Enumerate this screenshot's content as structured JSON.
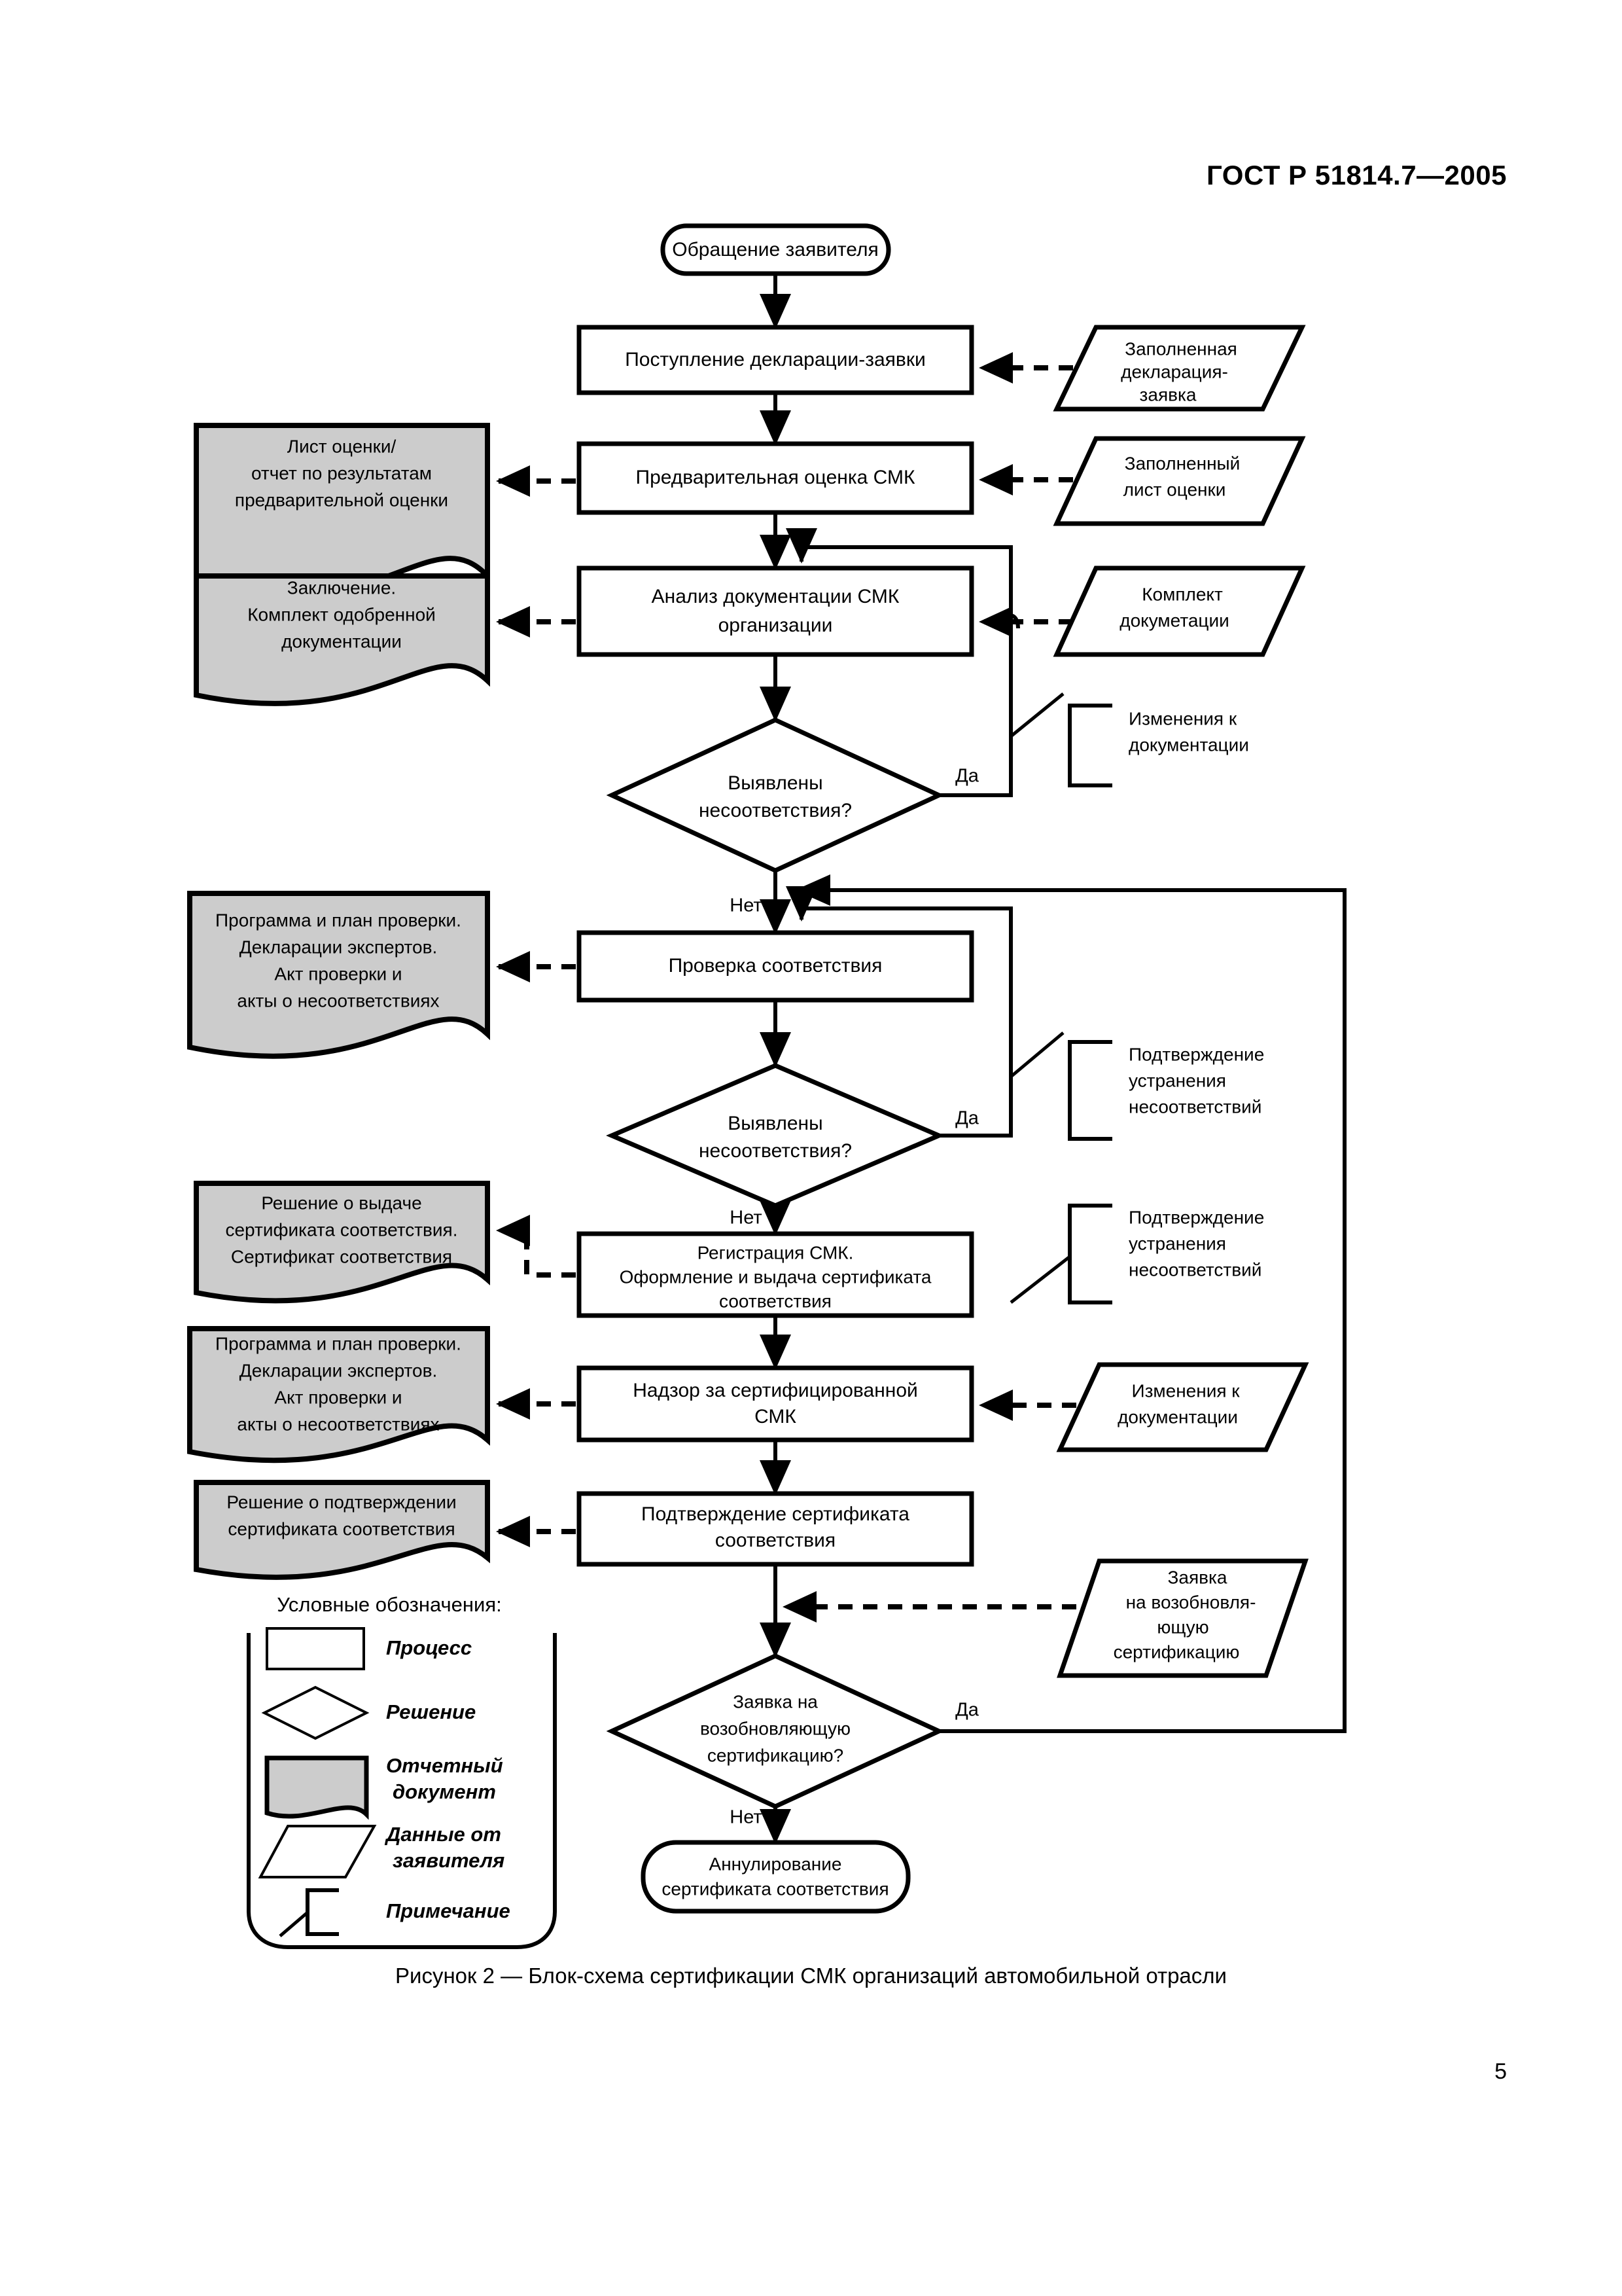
{
  "header": {
    "standard": "ГОСТ Р 51814.7—2005",
    "page_number": "5"
  },
  "caption": "Рисунок 2 — Блок-схема сертификации СМК организаций автомобильной отрасли",
  "chart_data": {
    "type": "diagram",
    "title": "Блок-схема сертификации СМК организаций автомобильной отрасли",
    "nodes": {
      "start": "Обращение заявителя",
      "p1": "Поступление декларации-заявки",
      "p2": "Предварительная оценка СМК",
      "p3_l1": "Анализ документации СМК",
      "p3_l2": "организации",
      "d1_l1": "Выявлены",
      "d1_l2": "несоответствия?",
      "p4": "Проверка соответствия",
      "d2_l1": "Выявлены",
      "d2_l2": "несоответствия?",
      "p5_l1": "Регистрация СМК.",
      "p5_l2": "Оформление и выдача сертификата",
      "p5_l3": "соответствия",
      "p6_l1": "Надзор за сертифицированной",
      "p6_l2": "СМК",
      "p7_l1": "Подтверждение сертификата",
      "p7_l2": "соответствия",
      "d3_l1": "Заявка на",
      "d3_l2": "возобновляющую",
      "d3_l3": "сертификацию?",
      "end_l1": "Аннулирование",
      "end_l2": "сертификата соответствия"
    },
    "reports": [
      {
        "lines": [
          "Лист оценки/",
          "отчет по результатам",
          "предварительной оценки"
        ]
      },
      {
        "lines": [
          "Заключение.",
          "Комплект одобренной",
          "документации"
        ]
      },
      {
        "lines": [
          "Программа и план проверки.",
          "Декларации экспертов.",
          "Акт проверки и",
          "акты о несоответствиях"
        ]
      },
      {
        "lines": [
          "Решение о выдаче",
          "сертификата соответствия.",
          "Сертификат соответствия"
        ]
      },
      {
        "lines": [
          "Программа и план проверки.",
          "Декларации экспертов.",
          "Акт проверки и",
          "акты о несоответствиях"
        ]
      },
      {
        "lines": [
          "Решение о подтверждении",
          "сертификата соответствия"
        ]
      }
    ],
    "inputs": [
      {
        "lines": [
          "Заполненная",
          "декларация-",
          "заявка"
        ]
      },
      {
        "lines": [
          "Заполненный",
          "лист оценки"
        ]
      },
      {
        "lines": [
          "Комплект",
          "докуметации"
        ]
      },
      {
        "lines": [
          "Изменения к",
          "документации"
        ]
      },
      {
        "lines": [
          "Заявка",
          "на возобновля-",
          "ющую",
          "сертификацию"
        ]
      }
    ],
    "notes": [
      {
        "lines": [
          "Изменения к",
          "документации"
        ]
      },
      {
        "lines": [
          "Подтверждение",
          "устранения",
          "несоответствий"
        ]
      },
      {
        "lines": [
          "Подтверждение",
          "устранения",
          "несоответствий"
        ]
      }
    ],
    "branch_labels": {
      "yes": "Да",
      "no": "Нет"
    },
    "legend": {
      "title": "Условные обозначения:",
      "items": [
        {
          "shape": "rectangle",
          "label": "Процесс"
        },
        {
          "shape": "diamond",
          "label": "Решение"
        },
        {
          "shape": "wavy-document",
          "label_l1": "Отчетный",
          "label_l2": "документ"
        },
        {
          "shape": "parallelogram",
          "label_l1": "Данные от",
          "label_l2": "заявителя"
        },
        {
          "shape": "bracket",
          "label": "Примечание"
        }
      ]
    },
    "colors": {
      "document_fill": "#cccccc",
      "shape_fill": "#ffffff",
      "stroke": "#000000"
    }
  }
}
